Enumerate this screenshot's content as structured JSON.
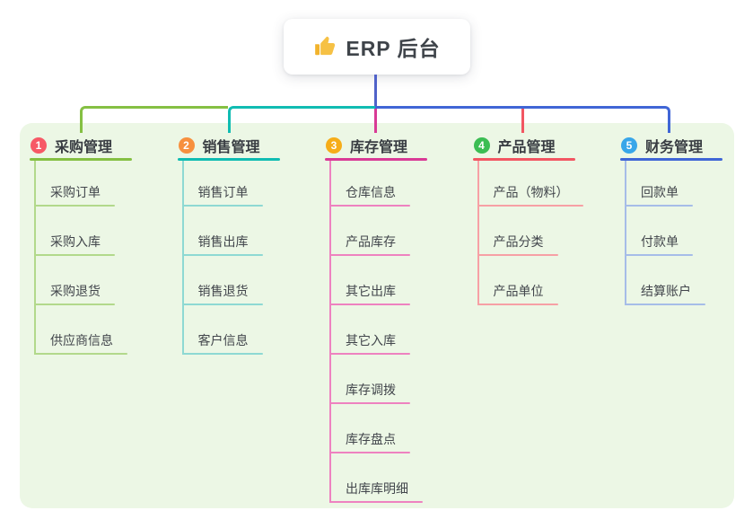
{
  "root": {
    "label": "ERP 后台",
    "icon": "thumbs-up-icon",
    "icon_color": "#f2b32c"
  },
  "connector": {
    "root_line_color": "#5062c9"
  },
  "panel_color": "#ecf7e5",
  "branches": [
    {
      "num": "1",
      "title": "采购管理",
      "badge_color": "#f75966",
      "line_color": "#85c043",
      "child_line_color": "#b2d98b",
      "children": [
        "采购订单",
        "采购入库",
        "采购退货",
        "供应商信息"
      ]
    },
    {
      "num": "2",
      "title": "销售管理",
      "badge_color": "#f7903e",
      "line_color": "#10bcb2",
      "child_line_color": "#8ed9d3",
      "children": [
        "销售订单",
        "销售出库",
        "销售退货",
        "客户信息"
      ]
    },
    {
      "num": "3",
      "title": "库存管理",
      "badge_color": "#f6ad19",
      "line_color": "#d93a96",
      "child_line_color": "#ee82c0",
      "children": [
        "仓库信息",
        "产品库存",
        "其它出库",
        "其它入库",
        "库存调拨",
        "库存盘点",
        "出库库明细"
      ]
    },
    {
      "num": "4",
      "title": "产品管理",
      "badge_color": "#3bbd53",
      "line_color": "#f25662",
      "child_line_color": "#f7a0a5",
      "children": [
        "产品（物料）",
        "产品分类",
        "产品单位"
      ]
    },
    {
      "num": "5",
      "title": "财务管理",
      "badge_color": "#38a6e9",
      "line_color": "#4066d6",
      "child_line_color": "#a6bde8",
      "children": [
        "回款单",
        "付款单",
        "结算账户"
      ]
    }
  ]
}
